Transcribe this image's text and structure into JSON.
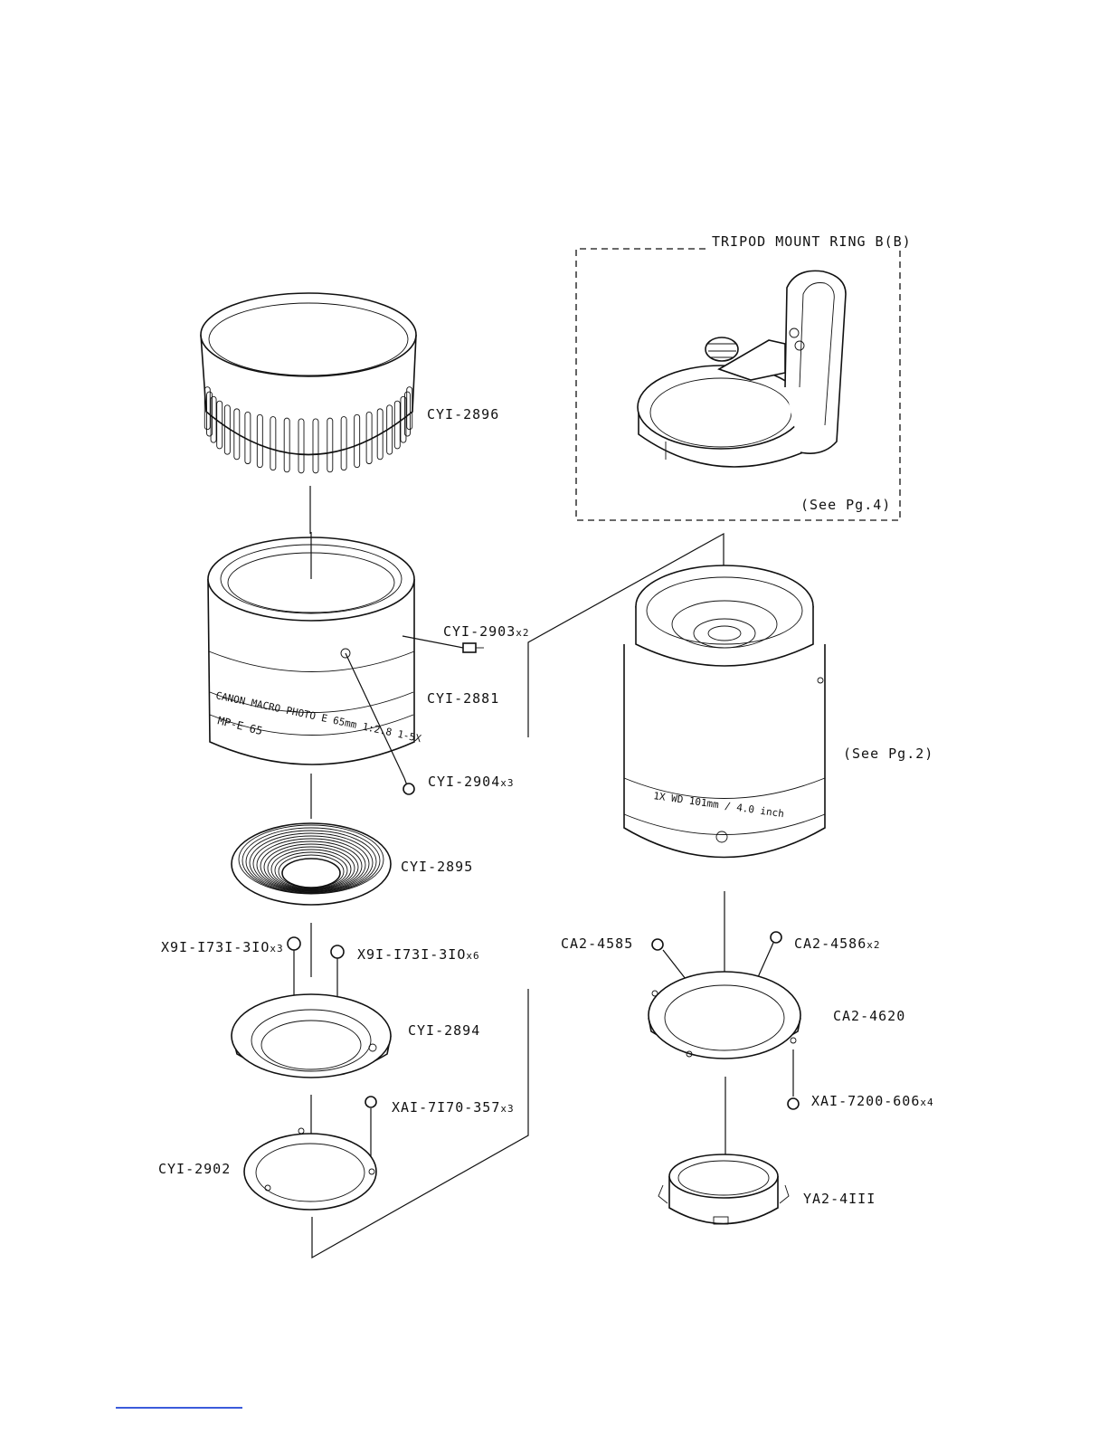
{
  "tripod_box": {
    "title": "TRIPOD MOUNT RING B(B)",
    "ref": "(See Pg.4)"
  },
  "body_ref": "(See Pg.2)",
  "parts": {
    "cy1_2896": "CYI-2896",
    "cy1_2903": {
      "code": "CYI-2903",
      "qty": "x2"
    },
    "cy1_2881": "CYI-2881",
    "cy1_2904": {
      "code": "CYI-2904",
      "qty": "x3"
    },
    "cy1_2895": "CYI-2895",
    "x91_a": {
      "code": "X9I-I73I-3IO",
      "qty": "x3"
    },
    "x91_b": {
      "code": "X9I-I73I-3IO",
      "qty": "x6"
    },
    "cy1_2894": "CYI-2894",
    "xa1_7170": {
      "code": "XAI-7I70-357",
      "qty": "x3"
    },
    "cy1_2902": "CYI-2902",
    "ca2_4585": "CA2-4585",
    "ca2_4586": {
      "code": "CA2-4586",
      "qty": "x2"
    },
    "ca2_4620": "CA2-4620",
    "xa1_7200": {
      "code": "XAI-7200-606",
      "qty": "x4"
    },
    "ya2_4111": "YA2-4III"
  },
  "lens_markings": {
    "brand_line": "CANON MACRO PHOTO E 65mm 1:2.8 1-5X",
    "name_line": "MP-E 65",
    "body_line": "1X  WD 101mm / 4.0 inch"
  }
}
